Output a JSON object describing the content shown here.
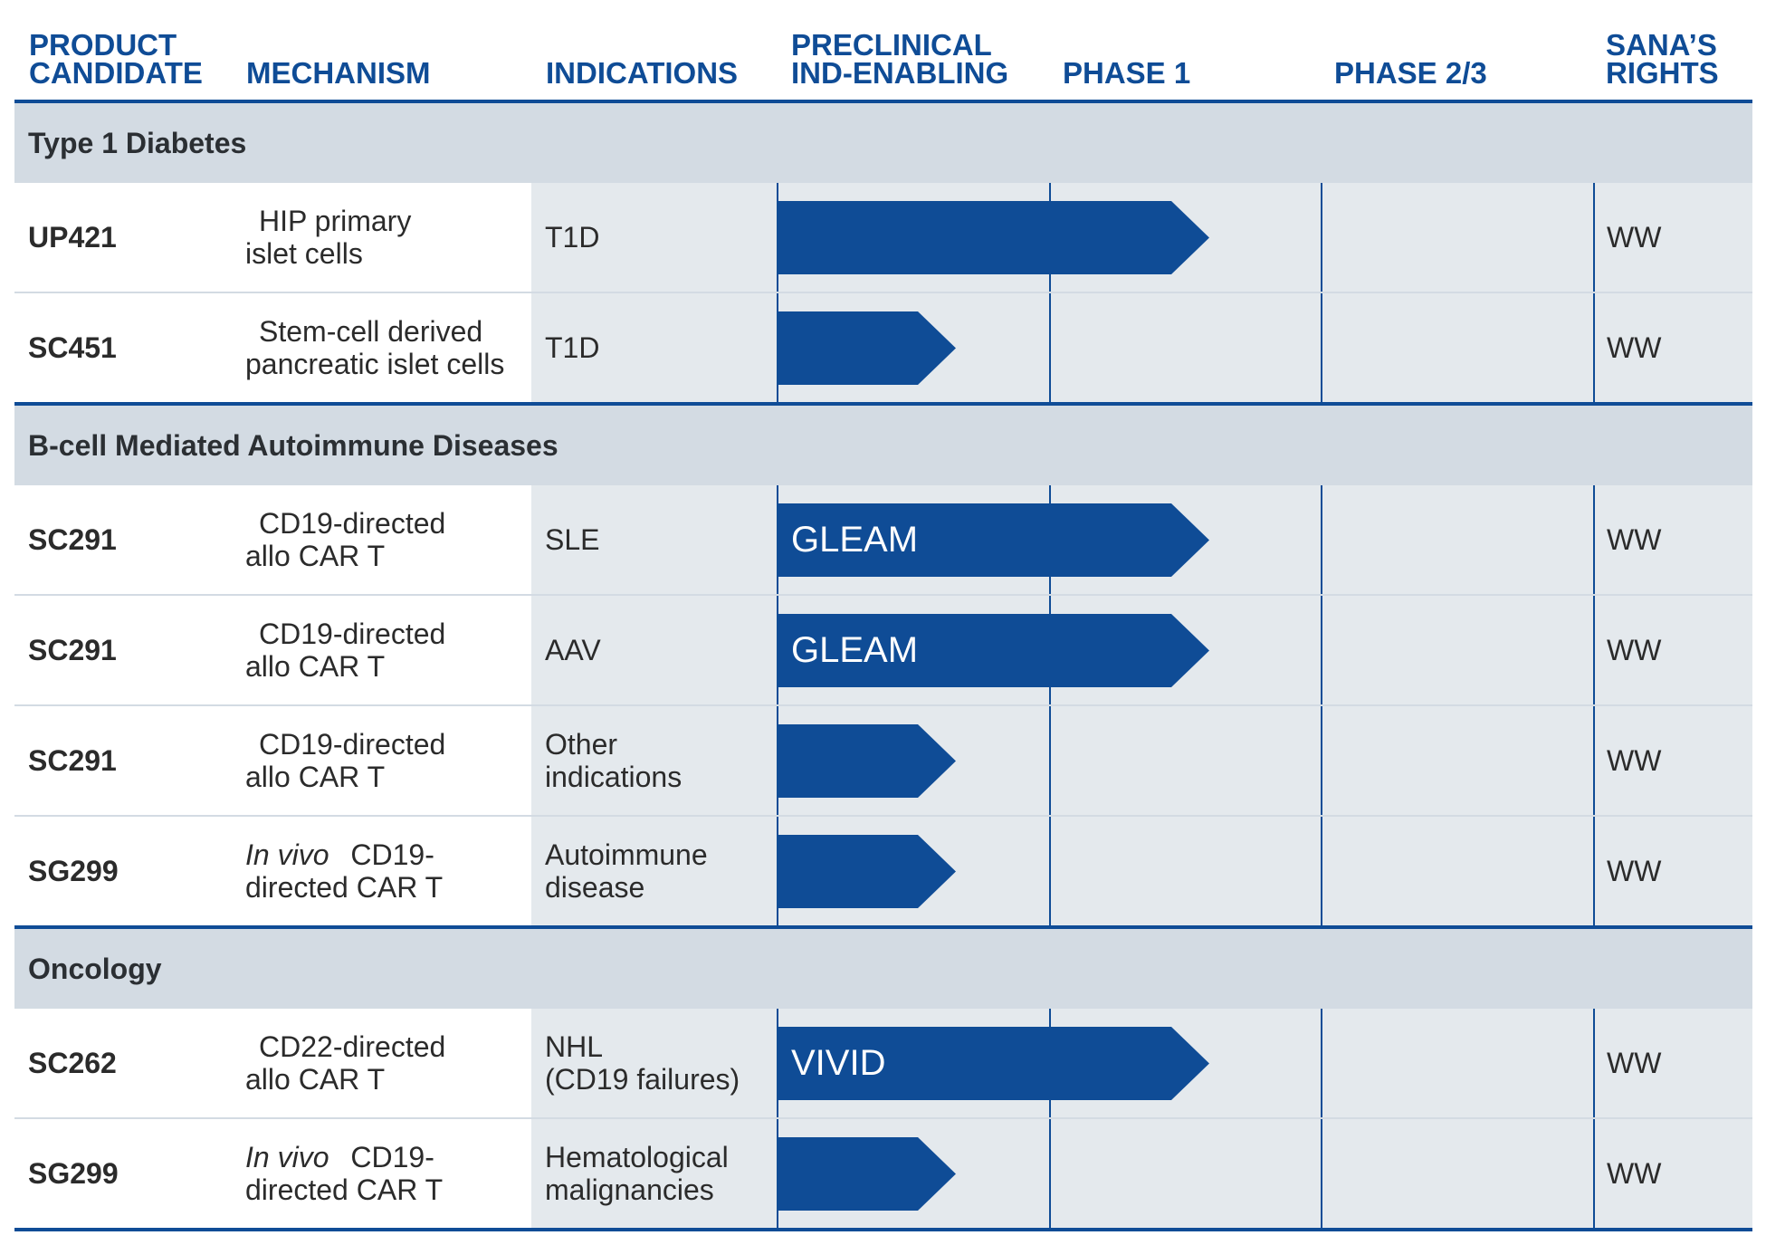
{
  "header": {
    "product_candidate": "PRODUCT\nCANDIDATE",
    "mechanism": "MECHANISM",
    "indications": "INDICATIONS",
    "preclinical": "PRECLINICAL\nIND-ENABLING",
    "phase1": "PHASE 1",
    "phase23": "PHASE 2/3",
    "rights": "SANA’S\nRIGHTS"
  },
  "colors": {
    "accent": "#0f4c96",
    "band": "#d3dbe3",
    "cell": "#e4e9ed"
  },
  "sections": [
    {
      "title": "Type 1 Diabetes",
      "rows": [
        {
          "candidate": "UP421",
          "mech_italic": "",
          "mechanism": "HIP primary\nislet cells",
          "indication": "T1D",
          "stage": "Phase 1",
          "bar_label": "",
          "rights": "WW"
        },
        {
          "candidate": "SC451",
          "mech_italic": "",
          "mechanism": "Stem-cell derived\npancreatic islet cells",
          "indication": "T1D",
          "stage": "Preclinical IND-enabling",
          "bar_label": "",
          "rights": "WW"
        }
      ]
    },
    {
      "title": "B-cell Mediated Autoimmune Diseases",
      "rows": [
        {
          "candidate": "SC291",
          "mech_italic": "",
          "mechanism": "CD19-directed\nallo CAR T",
          "indication": "SLE",
          "stage": "Phase 1",
          "bar_label": "GLEAM",
          "rights": "WW"
        },
        {
          "candidate": "SC291",
          "mech_italic": "",
          "mechanism": "CD19-directed\nallo CAR T",
          "indication": "AAV",
          "stage": "Phase 1",
          "bar_label": "GLEAM",
          "rights": "WW"
        },
        {
          "candidate": "SC291",
          "mech_italic": "",
          "mechanism": "CD19-directed\nallo CAR T",
          "indication": "Other\nindications",
          "stage": "Preclinical IND-enabling",
          "bar_label": "",
          "rights": "WW"
        },
        {
          "candidate": "SG299",
          "mech_italic": "In vivo",
          "mechanism": " CD19-\ndirected CAR T",
          "indication": "Autoimmune\ndisease",
          "stage": "Preclinical IND-enabling",
          "bar_label": "",
          "rights": "WW"
        }
      ]
    },
    {
      "title": "Oncology",
      "rows": [
        {
          "candidate": "SC262",
          "mech_italic": "",
          "mechanism": "CD22-directed\nallo CAR T",
          "indication": "NHL\n(CD19 failures)",
          "stage": "Phase 1",
          "bar_label": "VIVID",
          "rights": "WW"
        },
        {
          "candidate": "SG299",
          "mech_italic": "In vivo",
          "mechanism": " CD19-\ndirected CAR T",
          "indication": "Hematological\nmalignancies",
          "stage": "Preclinical IND-enabling",
          "bar_label": "",
          "rights": "WW"
        }
      ]
    }
  ]
}
